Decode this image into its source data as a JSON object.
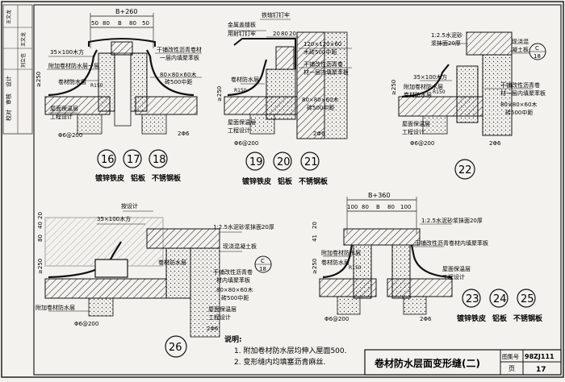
{
  "left_strip": {
    "rows": [
      "审核",
      "校对",
      "设计"
    ],
    "top_labels": [
      "王文龙",
      "王文龙",
      "刘立信"
    ]
  },
  "detail_1": {
    "dim_top": "B+260",
    "dim_sub": [
      "50",
      "80",
      "B",
      "80",
      "50"
    ],
    "label_wood": "35×100木方",
    "label_aux": "附加卷材防水层一层",
    "label_r1": "R150",
    "label_layer": "卷材防水层",
    "label_gt250": "≥250",
    "label_bitumen": "干铺改性沥青卷材\n一层内填聚苯板",
    "label_wood2": "80×80×60木",
    "label_spacing": "砖500中距",
    "label_insul": "屋面保温层\n工程设计",
    "label_bar1": "Φ6@200",
    "label_bar2": "2Φ6",
    "nums": [
      "16",
      "17",
      "18"
    ],
    "materials": [
      "镀锌铁皮",
      "铝板",
      "不锈钢板"
    ]
  },
  "detail_2": {
    "label_nail": "铁辖钉钉牢",
    "label_metal": "金属盖缝板",
    "label_bolt": "用射钉钉牢",
    "dim_a": "20",
    "dim_b": "80",
    "dim_c": "20",
    "label_wood": "120×120×60",
    "label_spacing": "木砖500中距",
    "label_bitumen": "干铺改性沥青卷\n材一层内填聚苯板",
    "label_gt250": "≥250",
    "label_r1": "R150",
    "label_layer": "卷材防水层",
    "label_wood2": "80×80×60木",
    "label_spacing2": "砖500中距",
    "label_insul": "屋面保温层\n工程设计",
    "label_bar1": "Φ6@200",
    "label_bar2": "2Φ6",
    "nums": [
      "19",
      "20",
      "21"
    ],
    "materials": [
      "镀锌铁皮",
      "铝板",
      "不锈钢板"
    ]
  },
  "detail_3": {
    "label_mortar": "1:2.5水泥砂\n浆抹面20厚",
    "label_ref": "C\n18",
    "label_concrete": "现浇混\n凝土板",
    "label_wood": "35×100木方",
    "label_aux": "附加卷材防水层",
    "label_r1": "R150",
    "label_layer": "卷材防水层",
    "label_gt250": "≥250",
    "label_bitumen": "干铺改性沥青卷\n材一层内填聚苯板",
    "label_wood2": "80×80×60木",
    "label_spacing": "砖500中距",
    "label_insul": "屋面保温层\n工程设计",
    "label_bar1": "Φ6@200",
    "label_bar2": "2Φ6",
    "num": "22"
  },
  "detail_4": {
    "label_design": "按设计",
    "label_wood": "35×100木方",
    "label_mortar": "1:2.5水泥砂浆抹面20厚",
    "label_concrete": "现浇混凝土板",
    "label_layer": "卷材防水层",
    "label_ref": "C\n18",
    "label_bitumen": "干铺改性沥青卷\n材内填聚苯板",
    "label_wood2": "80×80×60木",
    "label_spacing": "砖500中距",
    "label_gt250": "≥250",
    "label_aux": "附加卷材防水层",
    "label_insul": "屋面保温层\n工程设计",
    "label_bar1": "Φ6@200",
    "label_bar2": "2Φ6",
    "dims_side": [
      "80",
      "40",
      "20"
    ],
    "num": "26"
  },
  "detail_5": {
    "dim_top": "B+360",
    "dim_sub": [
      "100",
      "80",
      "B",
      "80",
      "100"
    ],
    "label_mortar": "1:2.5水泥砂浆抹面20厚",
    "label_bitumen": "干铺改性沥青卷材内填聚苯板",
    "label_gt250": "≥250",
    "dims_side": [
      "41",
      "20"
    ],
    "label_aux": "附加卷材防水层",
    "label_layer": "卷材防水层",
    "label_r1": "R150",
    "label_insul": "屋面保温层\n工程设计",
    "label_bar1": "Φ6@200",
    "label_bar2": "2Φ6",
    "nums": [
      "23",
      "24",
      "25"
    ],
    "materials": [
      "镀锌铁皮",
      "铝板",
      "不锈钢板"
    ]
  },
  "notes": {
    "heading": "说明:",
    "items": [
      "1. 附加卷材防水层均伸入屋面500.",
      "2. 变形缝内均填塞沥青麻丝."
    ]
  },
  "title_block": {
    "title": "卷材防水层面变形缝(二)",
    "atlas_label": "图集号",
    "atlas_value": "98ZJ111",
    "page_label": "页",
    "page_value": "17"
  }
}
